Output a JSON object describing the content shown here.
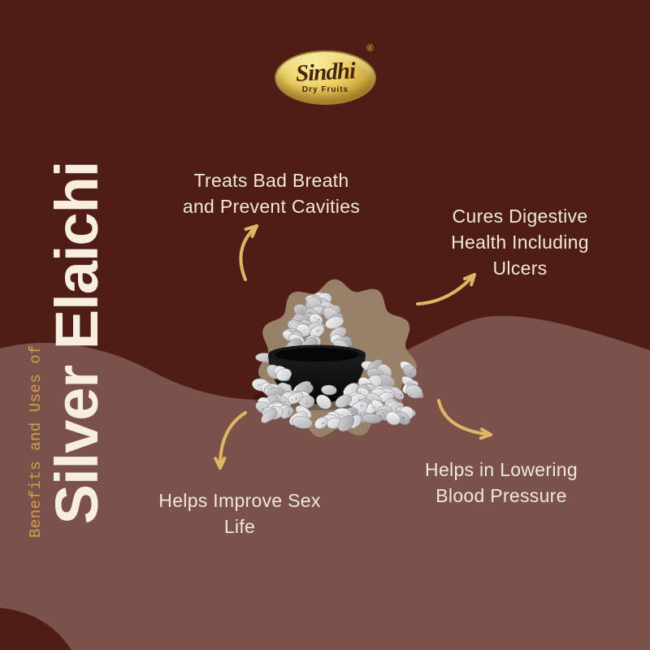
{
  "brand": {
    "name": "Sindhi",
    "tagline": "Dry Fruits",
    "registered": "®"
  },
  "heading": {
    "eyebrow": "Benefits and Uses of",
    "title": "Silver Elaichi"
  },
  "benefits": [
    {
      "position": "top-left",
      "lines": [
        "Treats Bad Breath",
        "and Prevent Cavities"
      ]
    },
    {
      "position": "top-right",
      "lines": [
        "Cures Digestive",
        "Health Including",
        "Ulcers"
      ]
    },
    {
      "position": "bottom-left",
      "lines": [
        "Helps Improve Sex",
        "Life"
      ]
    },
    {
      "position": "bottom-right",
      "lines": [
        "Helps in Lowering",
        "Blood Pressure"
      ]
    }
  ],
  "center_image": {
    "description": "Black bowl heaped with silver-coated elaichi (cardamom) pods on a scalloped tan blob"
  },
  "colors": {
    "background_dark": "#4f1d15",
    "background_mauve": "#7a524b",
    "blob_tan": "#998068",
    "accent_gold_arrow": "#e1b566",
    "eyebrow_gold": "#d0a144",
    "text_cream": "#efe8da",
    "title_cream": "#f6efe0",
    "logo_gold": "#eed368",
    "logo_text_brown": "#45250f",
    "bowl_black": "#0d0d0f",
    "pod_silver": "#d9d9dc"
  }
}
